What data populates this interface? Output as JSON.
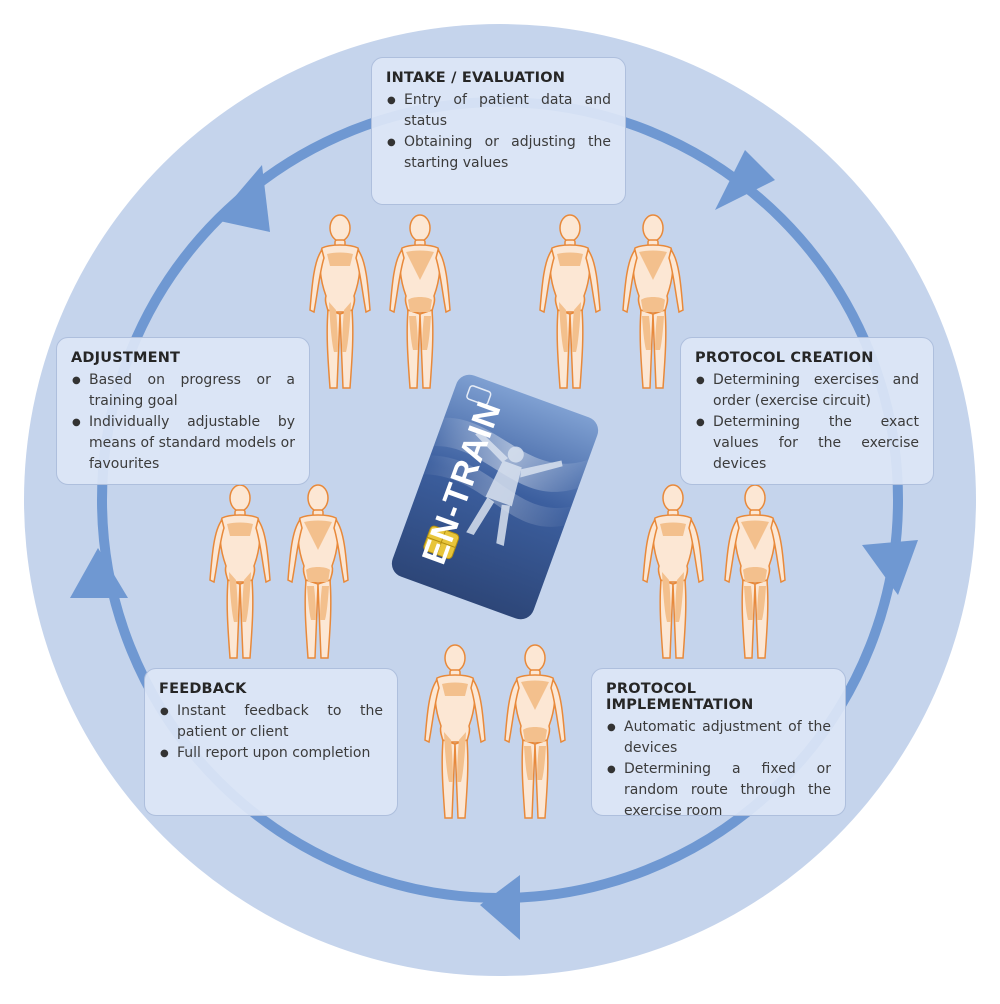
{
  "colors": {
    "disk": "#c5d4ec",
    "ring": "#6f98d2",
    "card_fill": "#dce6f6",
    "figure_outline": "#e8893a",
    "figure_fill": "#f3c08d",
    "card_blue": "#3a5a9a"
  },
  "card": {
    "brand": "EN-TRAIN"
  },
  "stages": [
    {
      "id": "intake",
      "title": "INTAKE / EVALUATION",
      "bullets": [
        "Entry of patient data and status",
        "Obtaining or adjusting the starting values"
      ]
    },
    {
      "id": "protocol",
      "title": "PROTOCOL CREATION",
      "bullets": [
        "Determining exercises and order (exercise circuit)",
        "Determining the exact values for the exercise devices"
      ]
    },
    {
      "id": "impl",
      "title": "PROTOCOL IMPLEMENTATION",
      "bullets": [
        "Automatic adjustment of the devices",
        "Determining a fixed or random route through the exercise room"
      ]
    },
    {
      "id": "feedback",
      "title": "FEEDBACK",
      "bullets": [
        "Instant feedback to the patient or client",
        "Full report upon completion"
      ]
    },
    {
      "id": "adjust",
      "title": "ADJUSTMENT",
      "bullets": [
        "Based on progress or a training goal",
        "Individually adjustable by means of standard models or favourites"
      ]
    }
  ]
}
